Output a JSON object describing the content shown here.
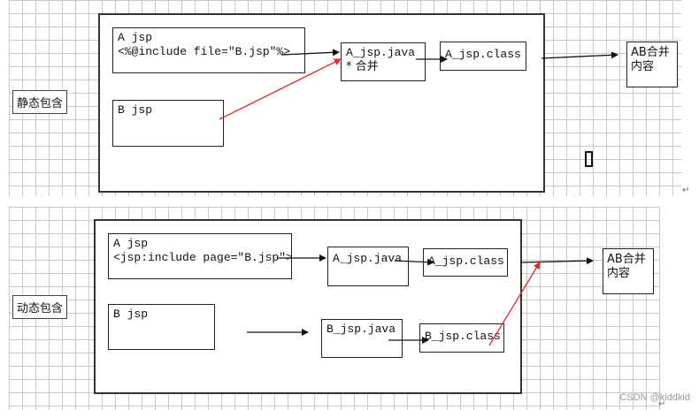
{
  "static_include": {
    "label": "静态包含",
    "a_box": {
      "line1": "A  jsp",
      "line2": "<%@include file=\"B.jsp\"%>"
    },
    "b_box": {
      "line1": "B  jsp"
    },
    "java_box": {
      "line1": "A_jsp.java",
      "line2": "* 合并"
    },
    "class_box": {
      "line1": "A_jsp.class"
    },
    "result_box": {
      "line1": "AB合并",
      "line2": "内容"
    }
  },
  "dynamic_include": {
    "label": "动态包含",
    "a_box": {
      "line1": "A  jsp",
      "line2": "<jsp:include page=\"B.jsp\">"
    },
    "b_box": {
      "line1": "B  jsp"
    },
    "a_java_box": {
      "line1": "A_jsp.java"
    },
    "a_class_box": {
      "line1": "A_jsp.class"
    },
    "b_java_box": {
      "line1": "B_jsp.java"
    },
    "b_class_box": {
      "line1": "B_jsp.class"
    },
    "result_box": {
      "line1": "AB合并",
      "line2": "内容"
    }
  },
  "watermark": "CSDN @kiddkid",
  "colors": {
    "arrow": "#111111",
    "highlight_arrow": "#e8232a"
  }
}
